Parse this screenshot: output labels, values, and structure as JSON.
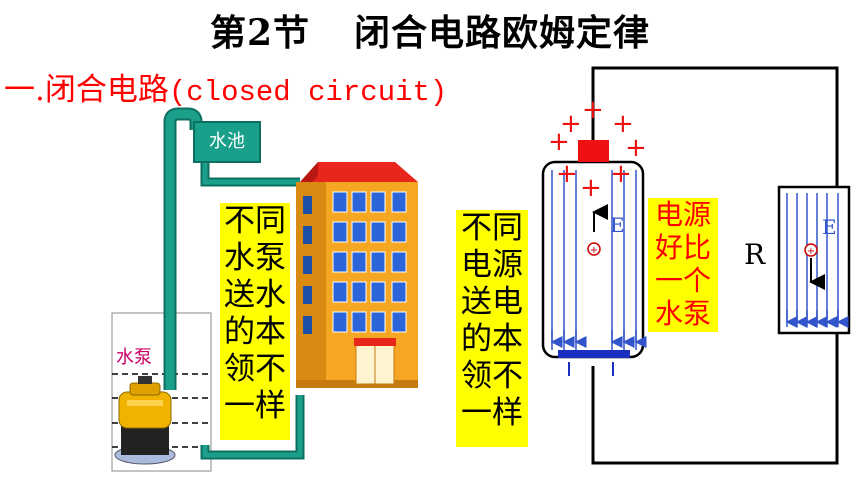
{
  "title": {
    "section": "第2节",
    "topic": "闭合电路欧姆定律"
  },
  "subtitle": {
    "zh": "一.闭合电路",
    "en": "(closed circuit)"
  },
  "labels": {
    "pool": "水池",
    "pump": "水泵",
    "resistor": "R",
    "field_source": "E",
    "field_resistor": "E"
  },
  "boxes": {
    "water_pump_text": [
      "不同",
      "水泵",
      "送水",
      "的本",
      "领不",
      "一样"
    ],
    "power_source_text": [
      "不同",
      "电源",
      "送电",
      "的本",
      "领不",
      "一样"
    ],
    "analogy_text": [
      "电源",
      "好比",
      "一个",
      "水泵"
    ]
  },
  "colors": {
    "water_pipe": "#1aa08a",
    "title_red": "#ff0000",
    "highlight_yellow": "#ffff00",
    "field_blue": "#3355cc",
    "building_orange": "#f5a623",
    "roof_red": "#e8261c"
  }
}
